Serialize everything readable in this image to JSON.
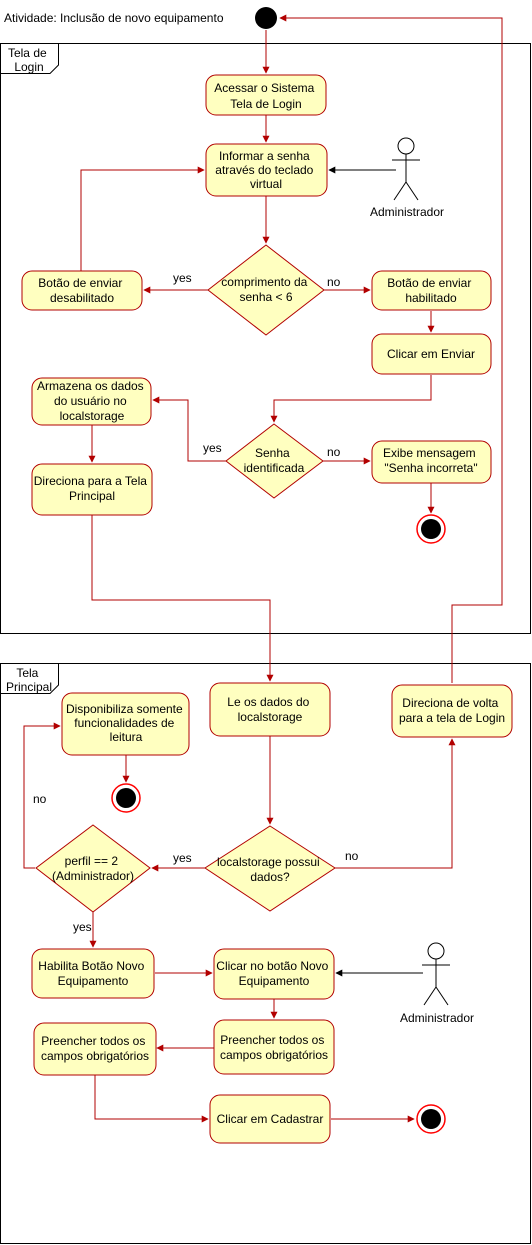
{
  "title": "Atividade: Inclusão de  novo equipamento",
  "lanes": [
    {
      "id": "login",
      "lines": [
        "Tela de",
        "Login"
      ]
    },
    {
      "id": "principal",
      "lines": [
        "Tela",
        "Principal"
      ]
    }
  ],
  "actions": {
    "acessar": [
      "Acessar o Sistema",
      "Tela de Login"
    ],
    "informar": [
      "Informar a senha",
      "através do teclado",
      "virtual"
    ],
    "desabilitado": [
      "Botão de enviar",
      "desabilitado"
    ],
    "habilitado": [
      "Botão de enviar",
      "habilitado"
    ],
    "clicar_enviar": [
      "Clicar em Enviar"
    ],
    "armazena": [
      "Armazena os dados",
      "do usuário no",
      "localstorage"
    ],
    "direciona_principal": [
      "Direciona para a Tela",
      "Principal"
    ],
    "exibe": [
      "Exibe mensagem",
      "\"Senha incorreta\""
    ],
    "disponibiliza": [
      "Disponibiliza somente",
      "funcionalidades de",
      "leitura"
    ],
    "le_dados": [
      "Le os dados do",
      "localstorage"
    ],
    "direciona_login": [
      "Direciona de volta",
      "para a tela de Login"
    ],
    "habilita_botao": [
      "Habilita Botão Novo",
      "Equipamento"
    ],
    "clicar_novo": [
      "Clicar no botão Novo",
      "Equipamento"
    ],
    "preencher_1": [
      "Preencher todos os",
      "campos obrigatórios"
    ],
    "preencher_2": [
      "Preencher todos os",
      "campos obrigatórios"
    ],
    "cadastrar": [
      "Clicar em Cadastrar"
    ]
  },
  "decisions": {
    "comprimento": [
      "comprimento da",
      "senha < 6"
    ],
    "senha": [
      "Senha",
      "identificada"
    ],
    "localstorage": [
      "localstorage possui",
      "dados?"
    ],
    "perfil": [
      "perfil == 2",
      "(Administrador)"
    ]
  },
  "guards": {
    "comprimento_yes": "yes",
    "comprimento_no": "no",
    "senha_yes": "yes",
    "senha_no": "no",
    "localstorage_yes": "yes",
    "localstorage_no": "no",
    "perfil_no": "no",
    "perfil_yes": "yes"
  },
  "actors": {
    "login": "Administrador",
    "principal": "Administrador"
  }
}
